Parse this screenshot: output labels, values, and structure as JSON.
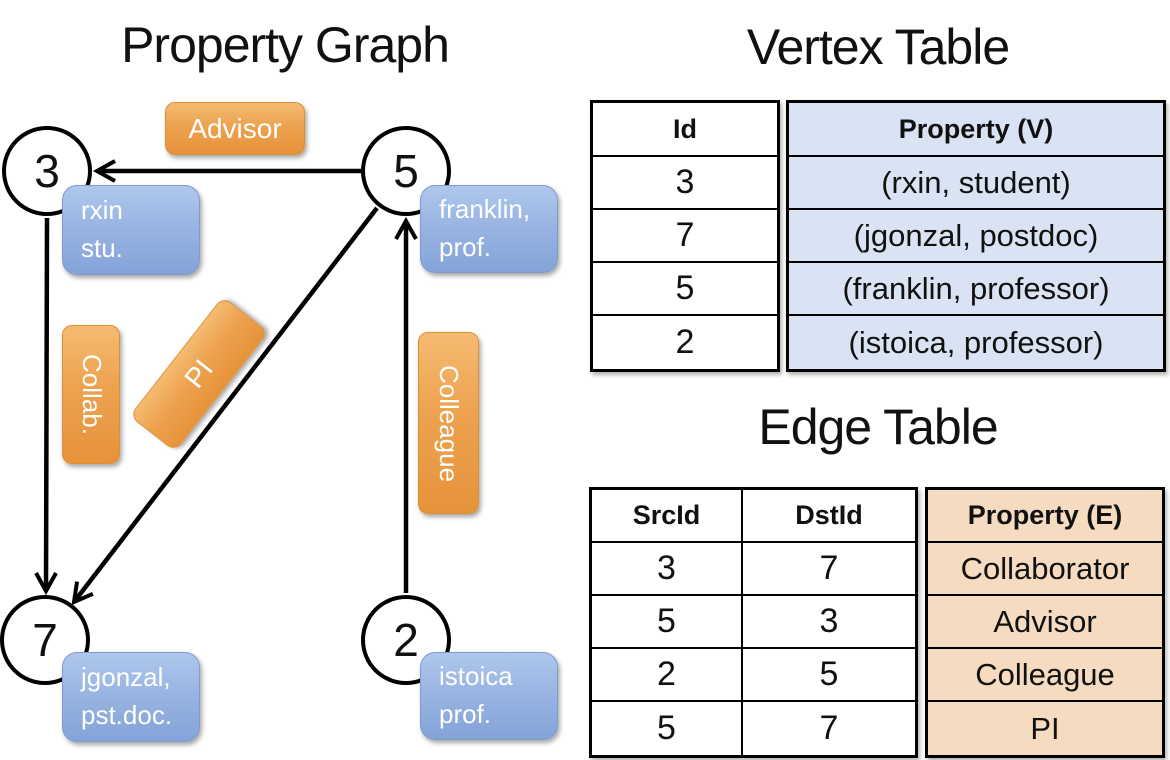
{
  "colors": {
    "orange_label_fill": "#EDA24F",
    "orange_label_border": "#DF8F33",
    "blue_label_fill": "#96B2E0",
    "blue_label_border": "#7E9BCD",
    "vertex_property_fill": "#DAE3F3",
    "edge_property_fill": "#F5DCC1",
    "edge_line": "#000000"
  },
  "graph": {
    "title": "Property Graph",
    "nodes": {
      "n3": {
        "id": "3",
        "prop_line1": "rxin",
        "prop_line2": "stu."
      },
      "n5": {
        "id": "5",
        "prop_line1": "franklin,",
        "prop_line2": "prof."
      },
      "n7": {
        "id": "7",
        "prop_line1": "jgonzal,",
        "prop_line2": "pst.doc."
      },
      "n2": {
        "id": "2",
        "prop_line1": "istoica",
        "prop_line2": "prof."
      }
    },
    "edge_labels": {
      "advisor": "Advisor",
      "collab": "Collab.",
      "pi": "PI",
      "colleague": "Colleague"
    }
  },
  "vertex_table": {
    "title": "Vertex Table",
    "columns": {
      "id": "Id",
      "property": "Property (V)"
    },
    "rows": [
      {
        "id": "3",
        "property": "(rxin, student)"
      },
      {
        "id": "7",
        "property": "(jgonzal, postdoc)"
      },
      {
        "id": "5",
        "property": "(franklin, professor)"
      },
      {
        "id": "2",
        "property": "(istoica, professor)"
      }
    ]
  },
  "edge_table": {
    "title": "Edge Table",
    "columns": {
      "src": "SrcId",
      "dst": "DstId",
      "property": "Property (E)"
    },
    "rows": [
      {
        "src": "3",
        "dst": "7",
        "property": "Collaborator"
      },
      {
        "src": "5",
        "dst": "3",
        "property": "Advisor"
      },
      {
        "src": "2",
        "dst": "5",
        "property": "Colleague"
      },
      {
        "src": "5",
        "dst": "7",
        "property": "PI"
      }
    ]
  }
}
